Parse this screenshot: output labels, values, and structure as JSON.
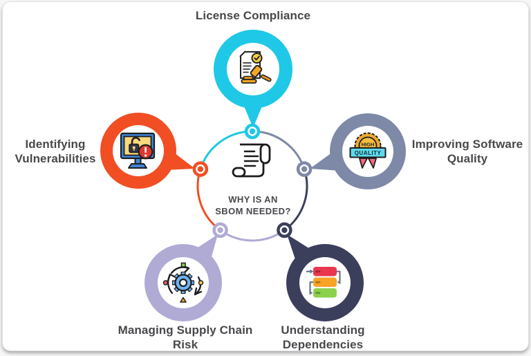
{
  "card": {
    "background": "#ffffff",
    "border_color": "#e2e2e2"
  },
  "text_color": "#48484C",
  "center": {
    "icon": "scroll-icon",
    "label_line1": "WHY IS AN",
    "label_line2": "SBOM NEEDED?"
  },
  "nodes": [
    {
      "id": "license-compliance",
      "color": "#1FC8E6",
      "icon": "document-gavel-icon",
      "label_line1": "License Compliance",
      "label_line2": ""
    },
    {
      "id": "improving-software-quality",
      "color": "#7E89A8",
      "icon": "high-quality-badge-icon",
      "icon_text_top": "HIGH",
      "icon_text_bottom": "QUALITY",
      "label_line1": "Improving Software",
      "label_line2": "Quality"
    },
    {
      "id": "understanding-dependencies",
      "color": "#3B3F5C",
      "icon": "dependency-flowchart-icon",
      "label_line1": "Understanding",
      "label_line2": "Dependencies"
    },
    {
      "id": "managing-supply-chain-risk",
      "color": "#AFABD5",
      "icon": "gear-cycle-icon",
      "label_line1": "Managing Supply Chain",
      "label_line2": "Risk"
    },
    {
      "id": "identifying-vulnerabilities",
      "color": "#F14E23",
      "icon": "monitor-lock-icon",
      "label_line1": "Identifying",
      "label_line2": "Vulnerabilities"
    }
  ]
}
